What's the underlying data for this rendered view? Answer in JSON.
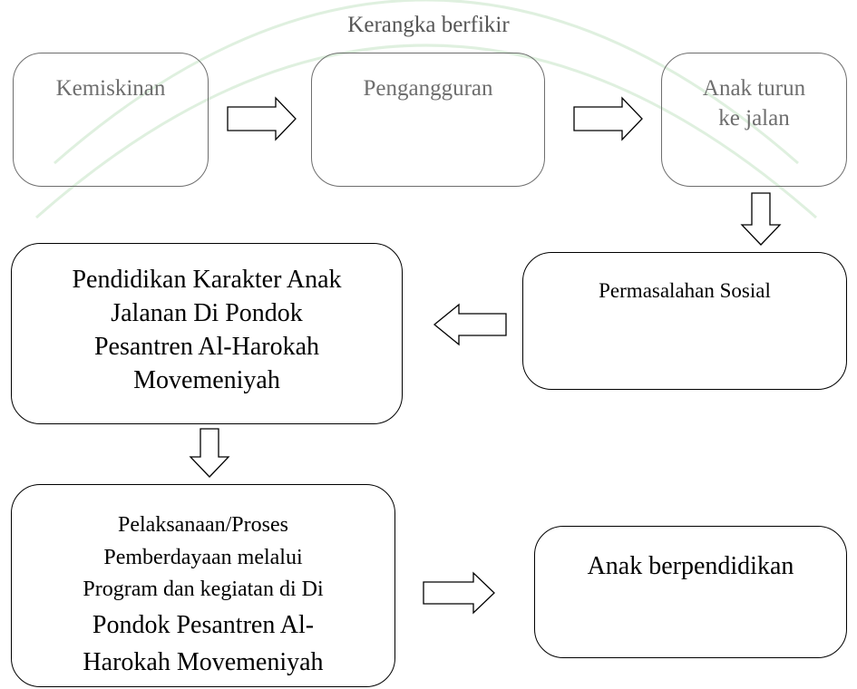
{
  "diagram": {
    "title": "Kerangka berfikir",
    "nodes": {
      "kemiskinan": "Kemiskinan",
      "pengangguran": "Pengangguran",
      "anak_turun": [
        "Anak turun",
        "ke jalan"
      ],
      "permasalahan_sosial": "Permasalahan Sosial",
      "pendidikan_karakter": [
        "Pendidikan Karakter Anak",
        "Jalanan Di Pondok",
        "Pesantren Al-Harokah",
        "Movemeniyah"
      ],
      "pelaksanaan": [
        "Pelaksanaan/Proses",
        "Pemberdayaan melalui",
        "Program dan kegiatan di Di",
        "Pondok Pesantren Al-",
        "Harokah Movemeniyah"
      ],
      "anak_berpendidikan": "Anak berpendidikan"
    },
    "colors": {
      "border": "#000000",
      "faded": "#6e6e6e",
      "watermark": "#cfe6cf"
    }
  }
}
